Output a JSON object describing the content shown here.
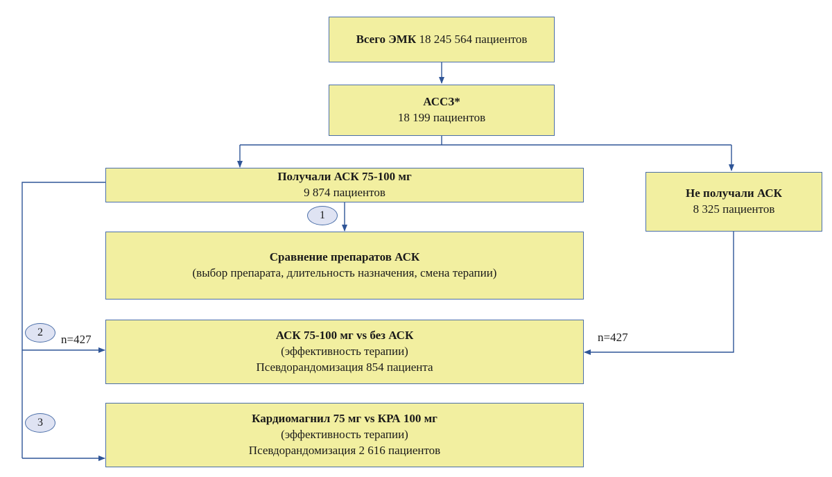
{
  "nodes": {
    "total": {
      "bold": "Всего ЭМК",
      "text": "18 245 564 пациентов"
    },
    "ascvd": {
      "bold": "АССЗ*",
      "text": "18 199 пациентов"
    },
    "received": {
      "bold": "Получали АСК 75-100 мг",
      "text": "9 874 пациентов"
    },
    "not_received": {
      "bold": "Не получали АСК",
      "text": "8 325 пациентов"
    },
    "compare": {
      "bold": "Сравнение препаратов АСК",
      "text": "(выбор препарата, длительность назначения, смена терапии)"
    },
    "vs_no_ask": {
      "bold": "АСК 75-100 мг vs без АСК",
      "line2": "(эффективность терапии)",
      "line3": "Псевдорандомизация 854 пациента"
    },
    "cardiomagnyl": {
      "bold": "Кардиомагнил 75 мг vs КРА 100 мг",
      "line2": "(эффективность терапии)",
      "line3": "Псевдорандомизация 2 616 пациентов"
    }
  },
  "markers": [
    "1",
    "2",
    "3"
  ],
  "edge_labels": {
    "left_n": "n=427",
    "right_n": "n=427"
  },
  "colors": {
    "box_fill": "#f2efa0",
    "border": "#4a6ea8",
    "arrow": "#2f5597",
    "marker_fill": "#dfe3f3"
  }
}
